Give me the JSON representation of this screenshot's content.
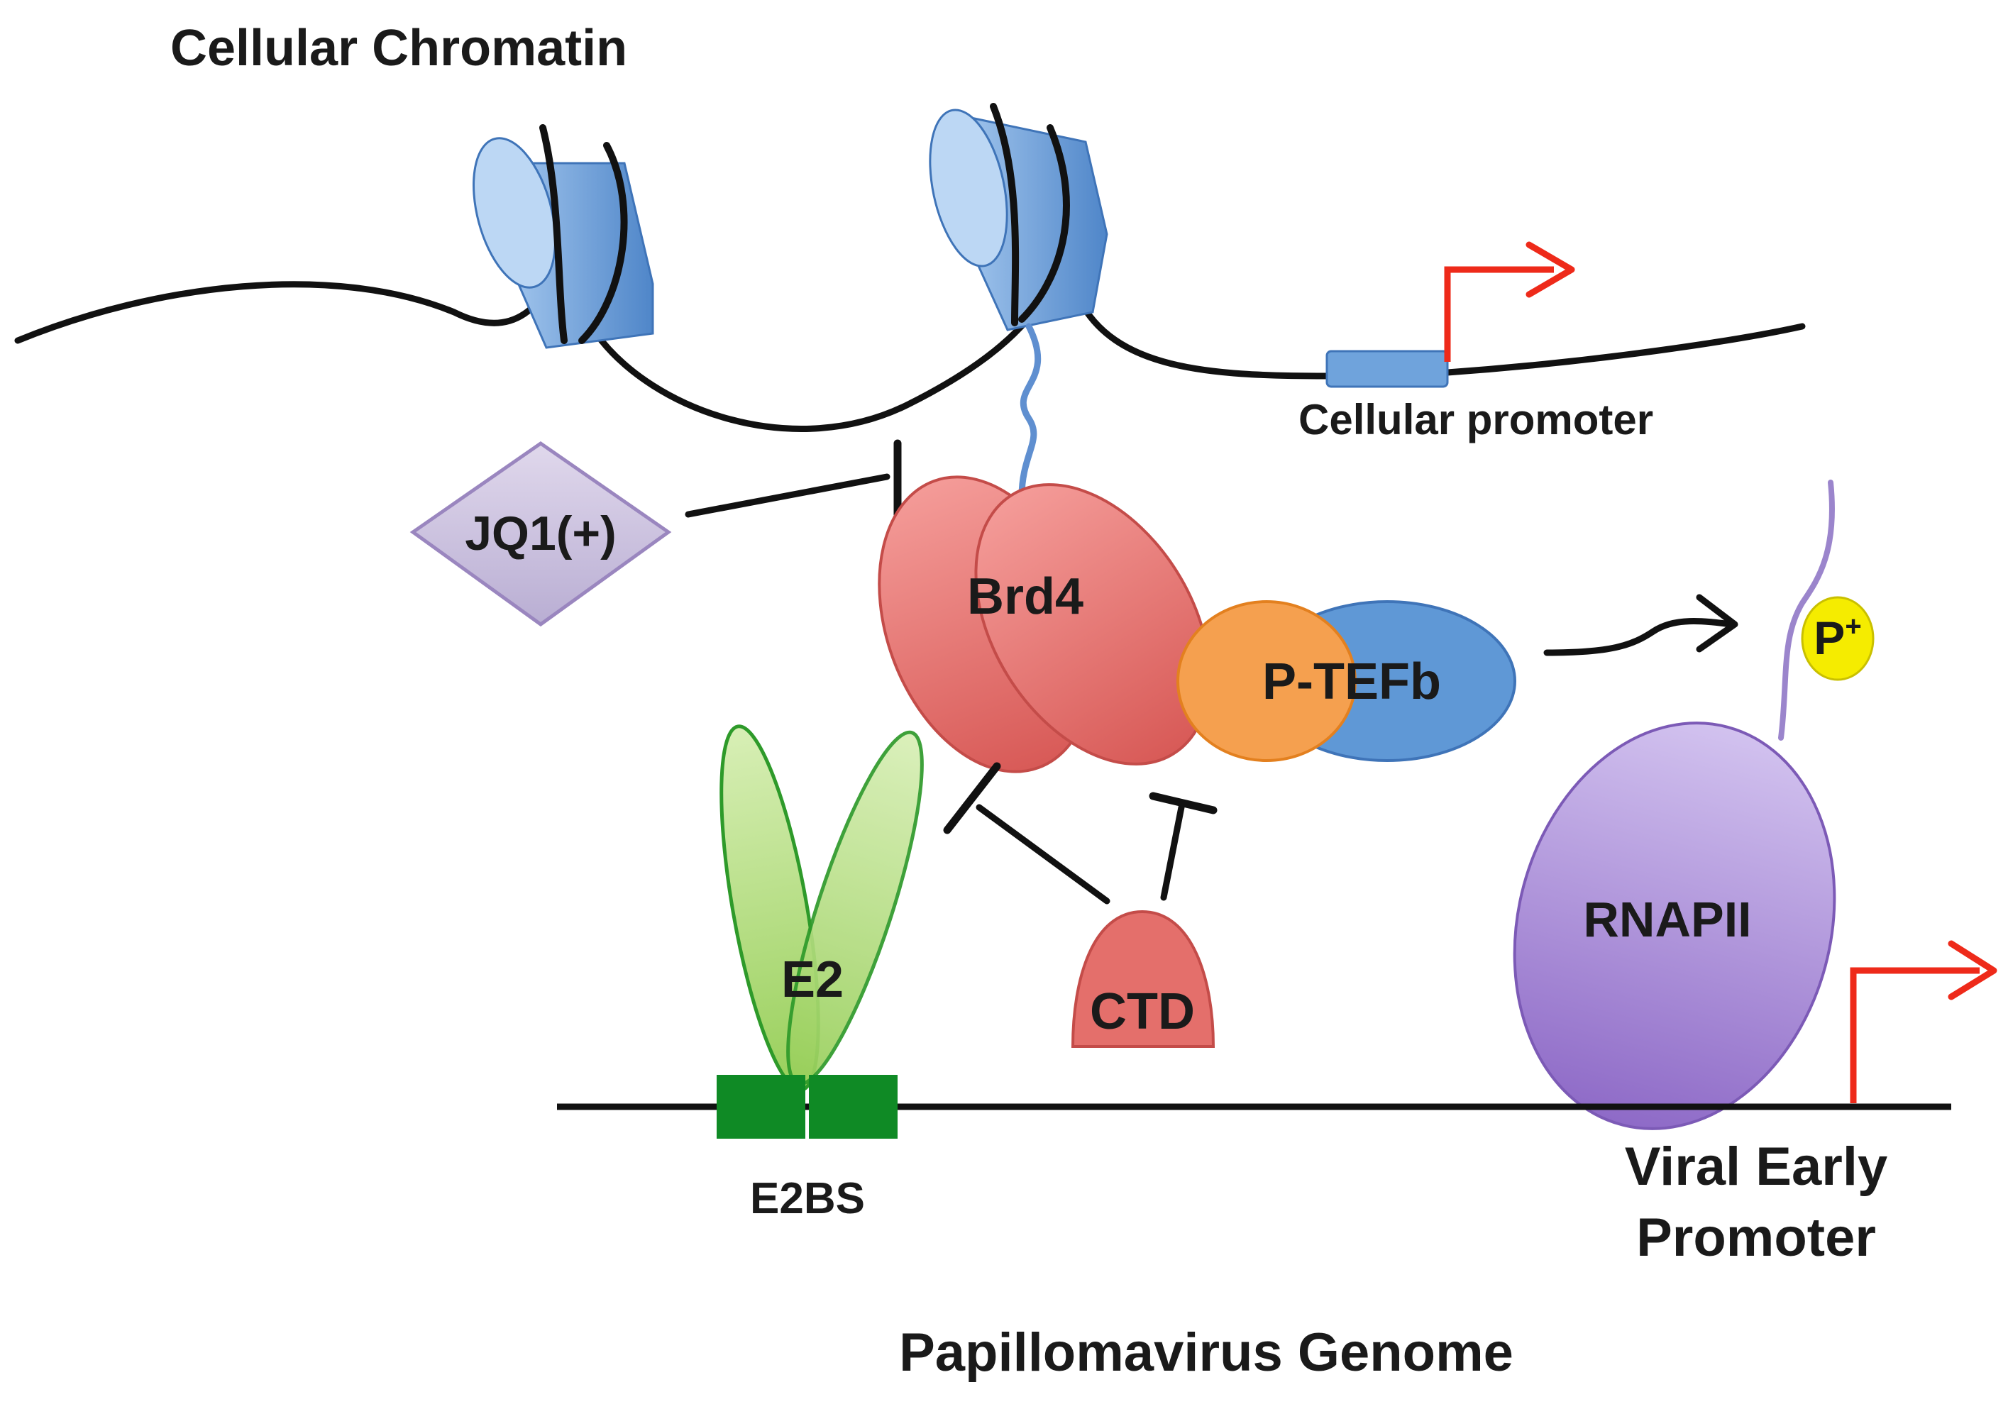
{
  "labels": {
    "cellular_chromatin": "Cellular Chromatin",
    "cellular_promoter": "Cellular promoter",
    "jq1": "JQ1(+)",
    "brd4": "Brd4",
    "ptefb": "P-TEFb",
    "phospho": "P",
    "phospho_sup": "+",
    "e2": "E2",
    "ctd": "CTD",
    "rnapii": "RNAPII",
    "e2bs": "E2BS",
    "viral_promoter_line1": "Viral Early",
    "viral_promoter_line2": "Promoter",
    "papillomavirus_genome": "Papillomavirus Genome"
  },
  "colors": {
    "nucleosome": "#6b9fd8",
    "brd4": "#e46f6b",
    "ptefb_orange": "#f5a04f",
    "ptefb_blue": "#5f98d6",
    "e2": "#a9d86e",
    "e2bs": "#0f8a25",
    "rnapii": "#a98cd6",
    "jq1": "#c8bddc",
    "phospho": "#f5ec00",
    "promoter_arrow": "#ee2a1a",
    "dna": "#111111"
  }
}
